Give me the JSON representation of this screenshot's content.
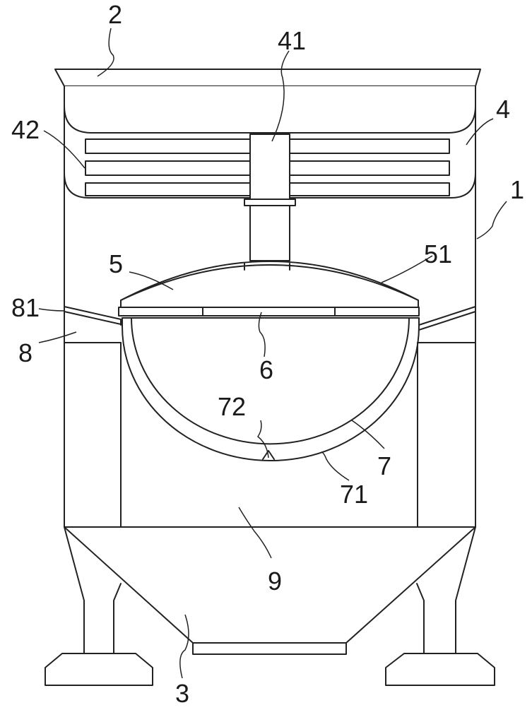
{
  "labels": {
    "l1": "1",
    "l2": "2",
    "l3": "3",
    "l4": "4",
    "l5": "5",
    "l6": "6",
    "l7": "7",
    "l8": "8",
    "l9": "9",
    "l41": "41",
    "l42": "42",
    "l51": "51",
    "l71": "71",
    "l72": "72",
    "l81": "81"
  }
}
